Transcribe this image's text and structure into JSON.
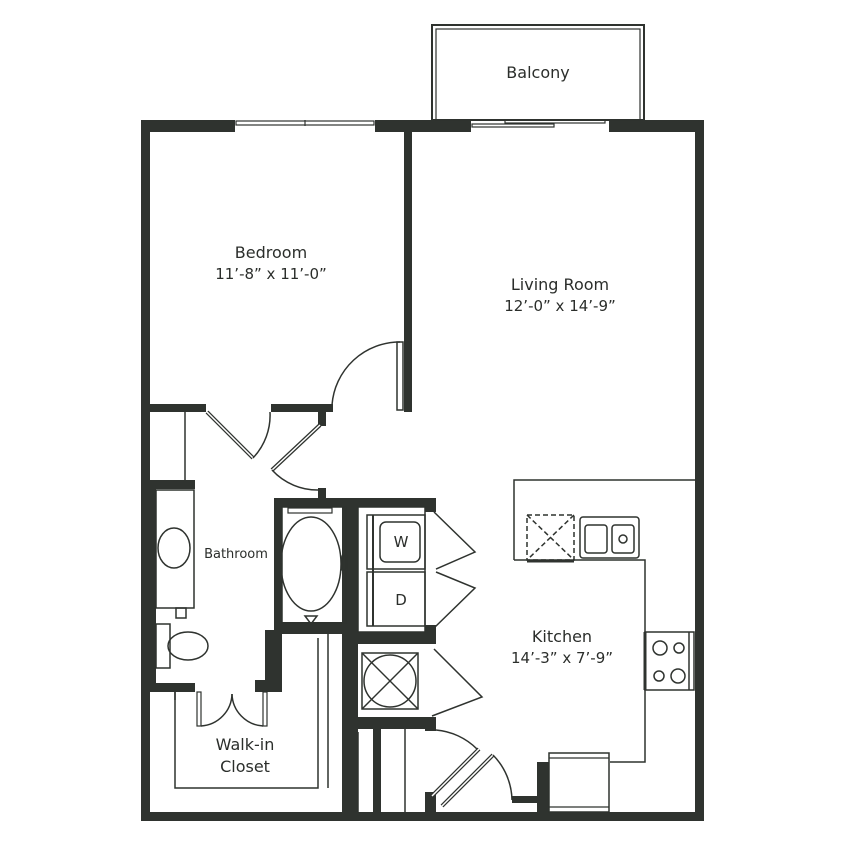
{
  "floorplan": {
    "colors": {
      "wall": "#2f332f",
      "line": "#2f332f",
      "background": "#ffffff",
      "text": "#2b2e2b"
    },
    "rooms": [
      {
        "key": "balcony",
        "name": "Balcony",
        "dimensions": ""
      },
      {
        "key": "bedroom",
        "name": "Bedroom",
        "dimensions": "11’-8” x 11’-0”"
      },
      {
        "key": "living",
        "name": "Living Room",
        "dimensions": "12’-0” x 14’-9”"
      },
      {
        "key": "bathroom",
        "name": "Bathroom",
        "dimensions": ""
      },
      {
        "key": "kitchen",
        "name": "Kitchen",
        "dimensions": "14’-3” x 7’-9”"
      },
      {
        "key": "closet",
        "name": "Walk-in",
        "name2": "Closet",
        "dimensions": ""
      }
    ],
    "appliances": {
      "washer": "W",
      "dryer": "D"
    }
  }
}
